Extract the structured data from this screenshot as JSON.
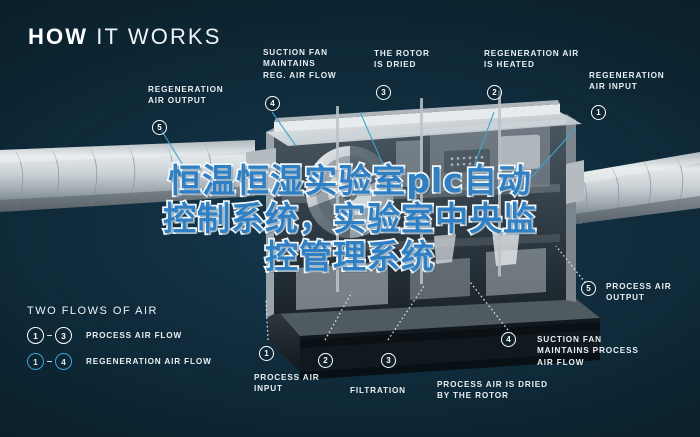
{
  "page": {
    "title_strong": "HOW",
    "title_rest": "IT WORKS",
    "bg_color": "#0d2430",
    "accent_color": "#3ea4d4",
    "text_color": "#e8eff3"
  },
  "overlay": {
    "lines": [
      "恒温恒湿实验室plc自动",
      "控制系统，实验室中央监",
      "控管理系统"
    ],
    "fill_color": "#2f7fc4",
    "stroke_color": "#f2f7fa"
  },
  "callouts": [
    {
      "num": "5",
      "label": "REGENERATION\nAIR OUTPUT",
      "style": "white"
    },
    {
      "num": "4",
      "label": "SUCTION FAN\nMAINTAINS\nREG. AIR FLOW",
      "style": "white"
    },
    {
      "num": "3",
      "label": "THE ROTOR\nIS DRIED",
      "style": "white"
    },
    {
      "num": "2",
      "label": "REGENERATION AIR\nIS HEATED",
      "style": "white"
    },
    {
      "num": "1",
      "label": "REGENERATION\nAIR INPUT",
      "style": "white"
    },
    {
      "num": "1",
      "label": "PROCESS AIR\nINPUT",
      "style": "white"
    },
    {
      "num": "2",
      "label": "FILTRATION",
      "style": "white"
    },
    {
      "num": "3",
      "label": "PROCESS AIR IS DRIED\nBY THE ROTOR",
      "style": "white"
    },
    {
      "num": "4",
      "label": "SUCTION FAN\nMAINTAINS PROCESS\nAIR FLOW",
      "style": "white"
    },
    {
      "num": "5",
      "label": "PROCESS AIR\nOUTPUT",
      "style": "white"
    }
  ],
  "legend": {
    "title": "TWO FLOWS OF AIR",
    "rows": [
      {
        "from": "1",
        "dash": "–",
        "to": "3",
        "label": "PROCESS AIR FLOW",
        "style": "white"
      },
      {
        "from": "1",
        "dash": "–",
        "to": "4",
        "label": "REGENERATION AIR FLOW",
        "style": "blue"
      }
    ]
  }
}
